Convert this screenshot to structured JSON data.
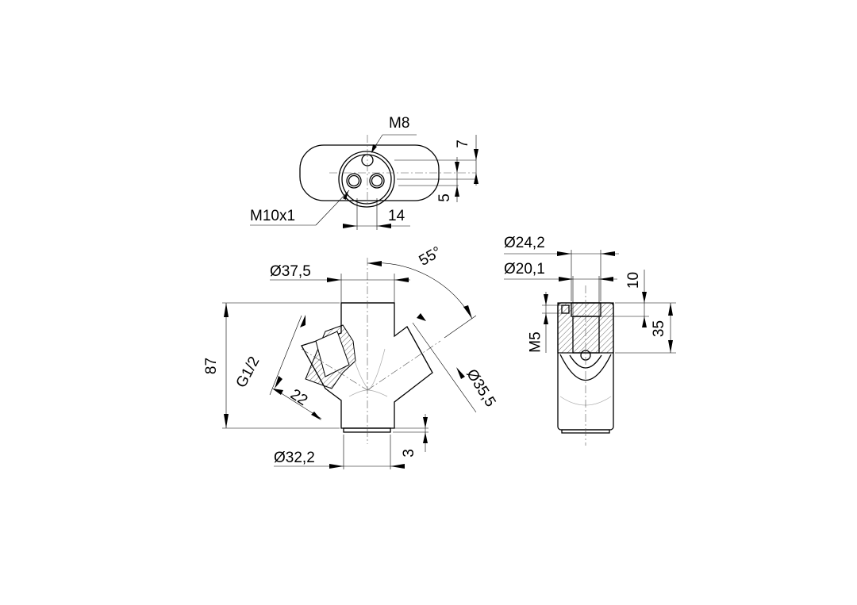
{
  "top_view": {
    "thread_small": "M8",
    "thread_large": "M10x1",
    "hole_spacing": "14",
    "offset_upper": "7",
    "offset_lower": "5"
  },
  "front_view": {
    "top_diameter": "Ø37,5",
    "height": "87",
    "bottom_diameter": "Ø32,2",
    "bottom_step": "3",
    "branch_angle": "55°",
    "branch_thread": "G1/2",
    "thread_depth": "22",
    "branch_diameter": "Ø35,5"
  },
  "side_view": {
    "outer_bore": "Ø24,2",
    "inner_bore": "Ø20,1",
    "bore_depth": "10",
    "section_height": "35",
    "screw_thread": "M5"
  }
}
